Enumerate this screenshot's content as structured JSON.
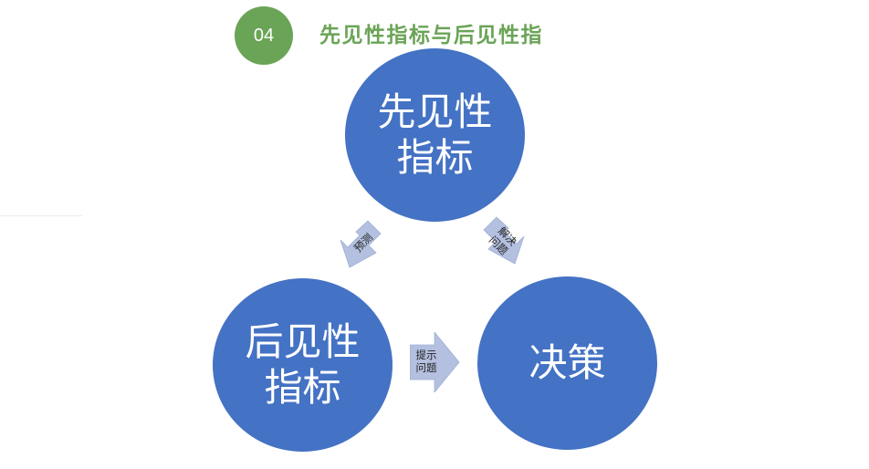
{
  "header": {
    "badge_number": "04",
    "title": "先见性指标与后见性指"
  },
  "nodes": {
    "leading": {
      "line1": "先见性",
      "line2": "指标"
    },
    "lagging": {
      "line1": "后见性",
      "line2": "指标"
    },
    "decision": {
      "line1": "决策"
    }
  },
  "arrows": {
    "predict": {
      "label": "预测"
    },
    "solve": {
      "line1": "解决",
      "line2": "问题"
    },
    "prompt": {
      "line1": "提示",
      "line2": "问题"
    }
  },
  "colors": {
    "accent_green": "#6aa456",
    "node_blue": "#4472c4",
    "arrow_fill": "#b4c0e0"
  }
}
